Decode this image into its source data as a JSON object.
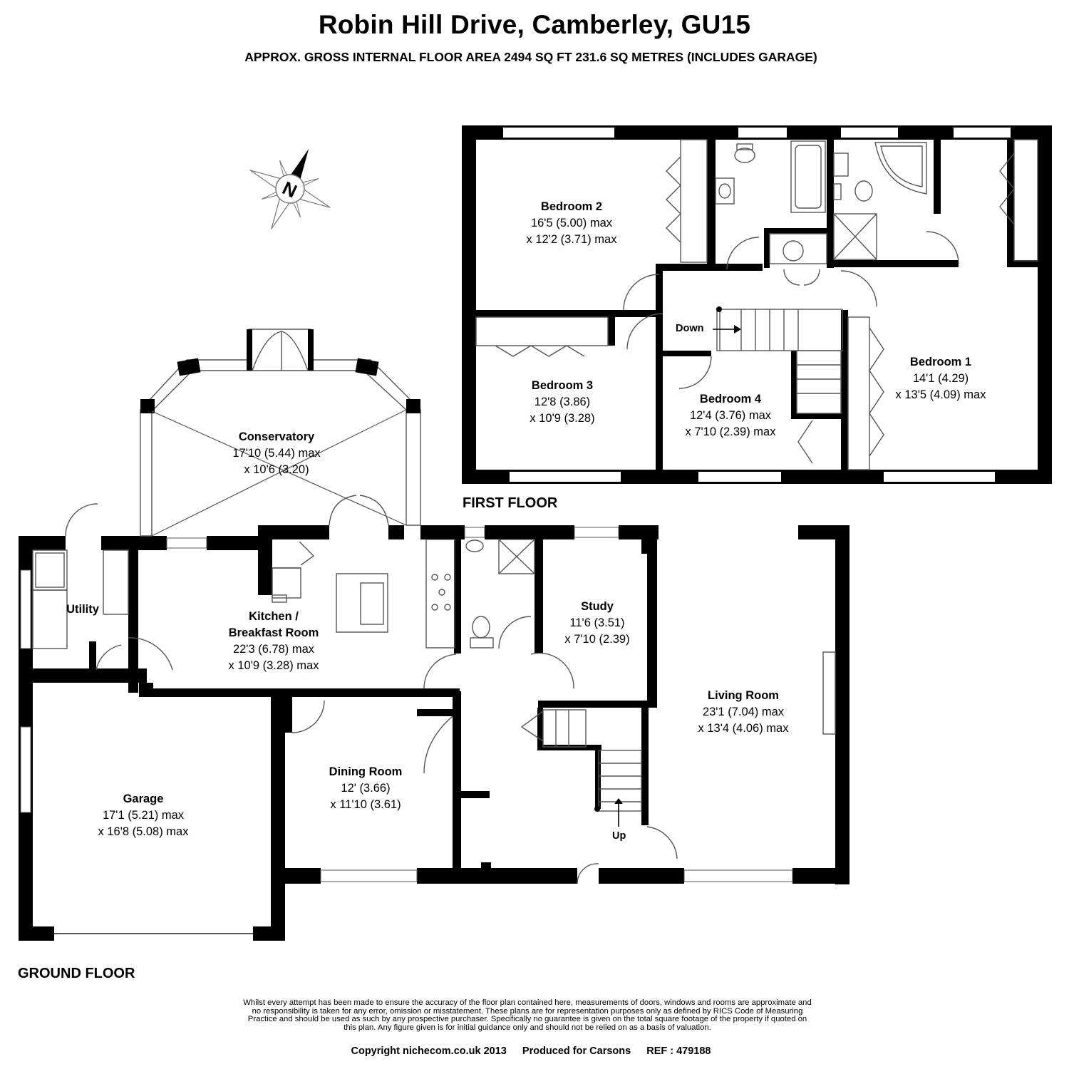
{
  "header": {
    "title": "Robin Hill Drive, Camberley, GU15",
    "subtitle": "APPROX. GROSS INTERNAL FLOOR AREA 2494 SQ FT 231.6 SQ METRES (INCLUDES GARAGE)"
  },
  "compass": {
    "icon": "compass-rose-icon",
    "letter": "N"
  },
  "floors": {
    "first": "FIRST FLOOR",
    "ground": "GROUND FLOOR"
  },
  "rooms": {
    "bedroom2": {
      "name": "Bedroom 2",
      "dims": [
        "16'5 (5.00) max",
        "x 12'2 (3.71) max"
      ]
    },
    "bedroom3": {
      "name": "Bedroom 3",
      "dims": [
        "12'8 (3.86)",
        "x 10'9 (3.28)"
      ]
    },
    "bedroom4": {
      "name": "Bedroom 4",
      "dims": [
        "12'4 (3.76) max",
        "x 7'10 (2.39) max"
      ]
    },
    "bedroom1": {
      "name": "Bedroom 1",
      "dims": [
        "14'1 (4.29)",
        "x 13'5 (4.09) max"
      ]
    },
    "conservatory": {
      "name": "Conservatory",
      "dims": [
        "17'10 (5.44) max",
        "x 10'6 (3.20)"
      ]
    },
    "utility": {
      "name": "Utility",
      "dims": []
    },
    "kitchen": {
      "name": "Kitchen /",
      "name2": "Breakfast Room",
      "dims": [
        "22'3 (6.78) max",
        "x 10'9 (3.28) max"
      ]
    },
    "study": {
      "name": "Study",
      "dims": [
        "11'6 (3.51)",
        "x 7'10 (2.39)"
      ]
    },
    "living": {
      "name": "Living Room",
      "dims": [
        "23'1 (7.04) max",
        "x 13'4 (4.06) max"
      ]
    },
    "dining": {
      "name": "Dining Room",
      "dims": [
        "12' (3.66)",
        "x 11'10 (3.61)"
      ]
    },
    "garage": {
      "name": "Garage",
      "dims": [
        "17'1 (5.21) max",
        "x 16'8 (5.08) max"
      ]
    }
  },
  "stairs": {
    "down": "Down",
    "up": "Up"
  },
  "footer": {
    "disclaimer": "Whilst every attempt has been made to ensure the accuracy of the floor plan contained here, measurements of doors, windows and rooms are approximate and no responsibility is taken for any error, omission or misstatement. These plans are for representation purposes only as defined by RICS Code of Measuring Practice and should be used as such by any prospective purchaser. Specifically no guarantee is given on the total square footage of the property if quoted on this plan. Any figure given is for initial guidance only and should not be relied on as a basis of valuation.",
    "copyright": "Copyright nichecom.co.uk 2013",
    "produced": "Produced for Carsons",
    "ref": "REF : 479188"
  },
  "colors": {
    "wall": "#000000",
    "background": "#ffffff",
    "line": "#555555"
  }
}
